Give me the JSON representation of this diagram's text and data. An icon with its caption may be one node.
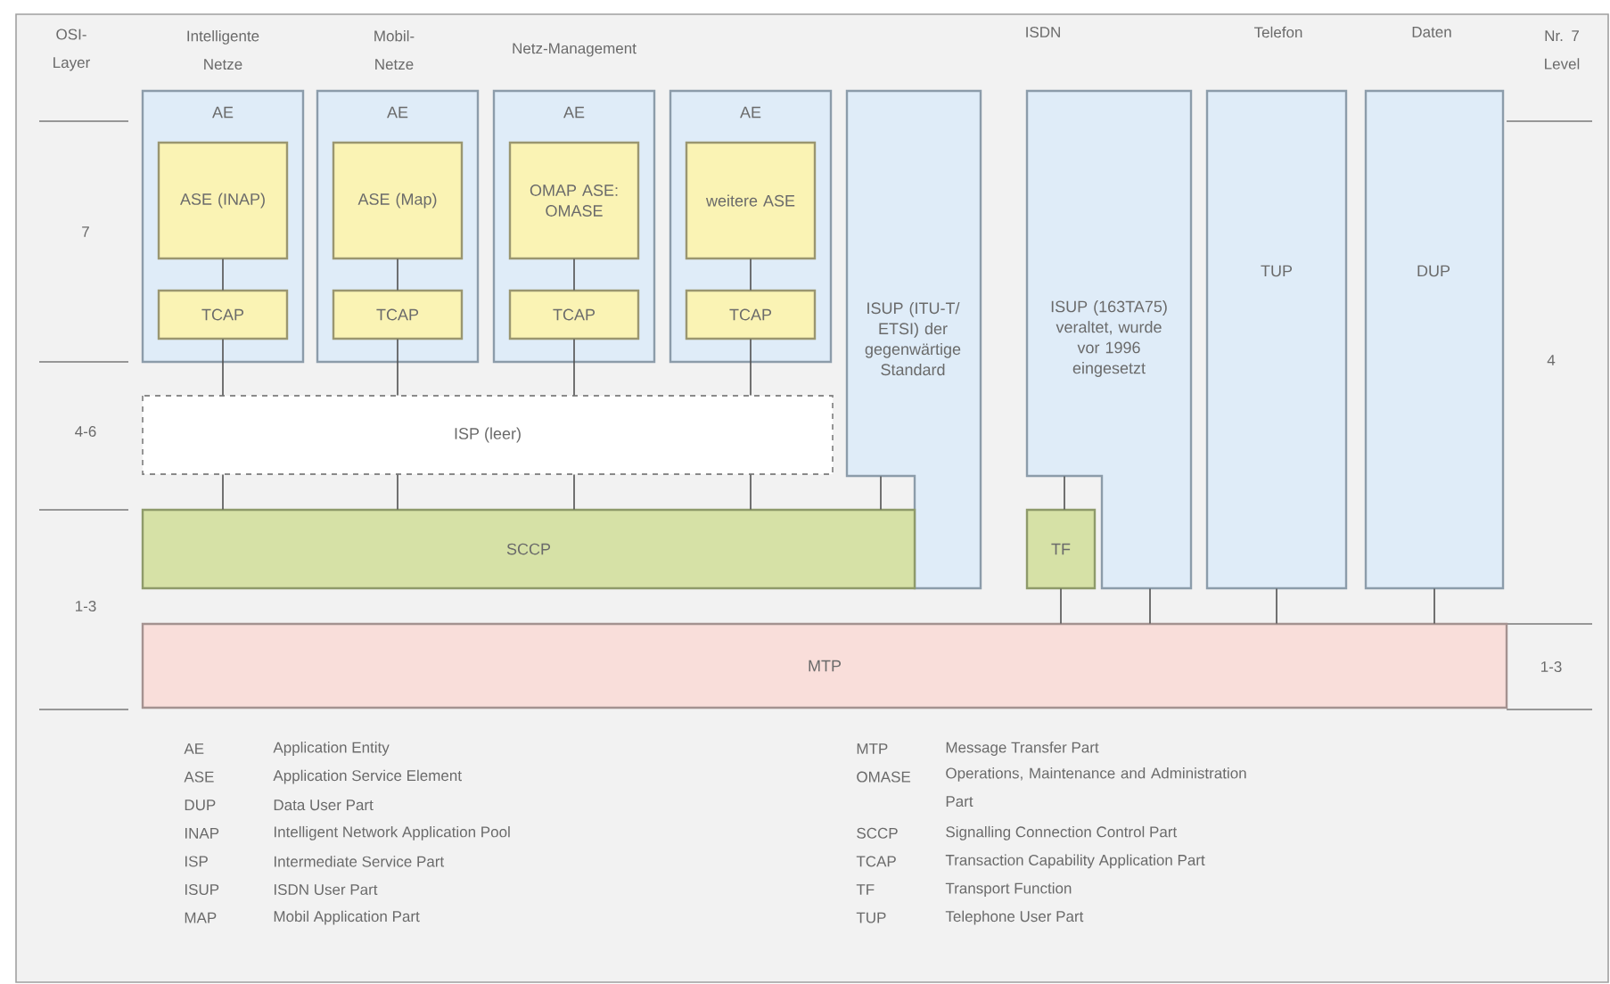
{
  "diagram": {
    "nodes": [
      {
        "text": [
          "AE"
        ]
      },
      {
        "text": [
          "ASE (INAP)"
        ],
        "in": 0
      },
      {
        "text": [
          "TCAP"
        ],
        "in": 0
      },
      {
        "text": [
          "AE"
        ]
      },
      {
        "text": [
          "ASE (Map)"
        ],
        "in": 3
      },
      {
        "text": [
          "TCAP"
        ],
        "in": 3
      },
      {
        "text": [
          "AE"
        ]
      },
      {
        "text": [
          "OMAP ASE: OMASE"
        ],
        "in": 6
      },
      {
        "text": [
          "TCAP"
        ],
        "in": 6
      },
      {
        "text": [
          "AE"
        ]
      },
      {
        "text": [
          "weitere ASE"
        ],
        "in": 9
      },
      {
        "text": [
          "TCAP"
        ],
        "in": 9
      },
      {
        "text": [
          "ISUP (ITU-T/ ETSI) der gegenwärtige Standard"
        ]
      },
      {
        "text": [
          "ISUP (163TA75) veraltet, wurde vor 1996 eingesetzt"
        ]
      },
      {
        "text": [
          "TUP"
        ]
      },
      {
        "text": [
          "DUP"
        ]
      },
      {
        "text": [
          "ISP (leer)"
        ]
      },
      {
        "text": [
          "SCCP"
        ]
      },
      {
        "text": [
          "TF"
        ]
      },
      {
        "text": [
          "MTP"
        ]
      }
    ],
    "edges": [
      {
        "from": 1,
        "to": 2,
        "arrow": "none"
      },
      {
        "from": 4,
        "to": 5,
        "arrow": "none"
      },
      {
        "from": 7,
        "to": 8,
        "arrow": "none"
      },
      {
        "from": 10,
        "to": 11,
        "arrow": "none"
      },
      {
        "from": 2,
        "to": 16,
        "arrow": "none"
      },
      {
        "from": 5,
        "to": 16,
        "arrow": "none"
      },
      {
        "from": 8,
        "to": 16,
        "arrow": "none"
      },
      {
        "from": 11,
        "to": 16,
        "arrow": "none"
      },
      {
        "from": 16,
        "to": 17,
        "arrow": "none"
      },
      {
        "from": 16,
        "to": 17,
        "arrow": "none"
      },
      {
        "from": 16,
        "to": 17,
        "arrow": "none"
      },
      {
        "from": 16,
        "to": 17,
        "arrow": "none"
      },
      {
        "from": 12,
        "to": 17,
        "arrow": "none"
      },
      {
        "from": 13,
        "to": 18,
        "arrow": "none"
      },
      {
        "from": 18,
        "to": 19,
        "arrow": "none"
      },
      {
        "from": 13,
        "to": 19,
        "arrow": "none"
      },
      {
        "from": 14,
        "to": 19,
        "arrow": "none"
      },
      {
        "from": 15,
        "to": 19,
        "arrow": "none"
      }
    ],
    "labels": [
      "OSI-Layer",
      "Intelligente Netze",
      "Mobil-Netze",
      "Netz-Management",
      "ISDN",
      "Telefon",
      "Daten",
      "Nr. 7 Level",
      "7",
      "4-6",
      "1-3",
      "4",
      "1-3",
      "AE",
      "Application Entity",
      "ASE",
      "Application Service Element",
      "DUP",
      "Data User Part",
      "INAP",
      "Intelligent Network Application Pool",
      "ISP",
      "Intermediate Service Part",
      "ISUP",
      "ISDN User Part",
      "MAP",
      "Mobil Application Part",
      "MTP",
      "Message Transfer Part",
      "OMASE",
      "Operations, Maintenance and Administration Part",
      "SCCP",
      "Signalling Connection Control Part",
      "TCAP",
      "Transaction Capability Application Part",
      "TF",
      "Transport Function",
      "TUP",
      "Telephone User Part"
    ]
  }
}
